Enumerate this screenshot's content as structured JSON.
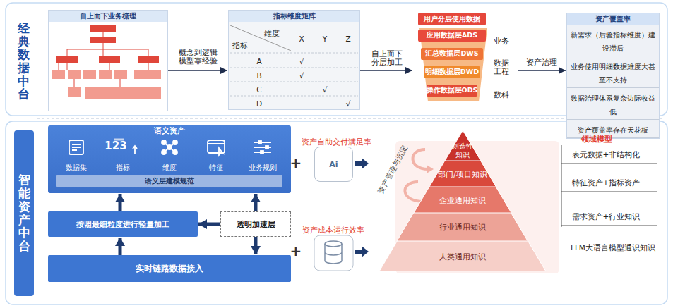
{
  "diagram": {
    "nodes": [
      {
        "text": [
          "经典数据中台"
        ]
      },
      {
        "text": [
          "自上而下业务梳理"
        ]
      },
      {
        "text": [
          "指标维度矩阵"
        ]
      },
      {
        "text": [
          "用户分层使用数据"
        ]
      },
      {
        "text": [
          "应用数据层ADS"
        ],
        "in": 3
      },
      {
        "text": [
          "汇总数据层DWS"
        ],
        "in": 3
      },
      {
        "text": [
          "明细数据层DWD"
        ],
        "in": 3
      },
      {
        "text": [
          "操作数据层ODS"
        ],
        "in": 3
      },
      {
        "text": [
          "资产覆盖率"
        ]
      },
      {
        "text": [
          "新需求（后验指标维度）建设滞后"
        ],
        "in": 8
      },
      {
        "text": [
          "业务使用明细数据难度大甚至不支持"
        ],
        "in": 8
      },
      {
        "text": [
          "数据治理体系复杂边际收益低"
        ],
        "in": 8
      },
      {
        "text": [
          "资产覆盖率存在天花板"
        ],
        "in": 8
      },
      {
        "text": [
          "智能资产中台"
        ]
      },
      {
        "text": [
          "语义资产"
        ]
      },
      {
        "text": [
          "数据集"
        ],
        "in": 14
      },
      {
        "text": [
          "指标"
        ],
        "in": 14
      },
      {
        "text": [
          "维度"
        ],
        "in": 14
      },
      {
        "text": [
          "特征"
        ],
        "in": 14
      },
      {
        "text": [
          "业务规则"
        ],
        "in": 14
      },
      {
        "text": [
          "语义层建模规范"
        ],
        "in": 14
      },
      {
        "text": [
          "按照最细粒度进行轻量加工"
        ]
      },
      {
        "text": [
          "透明加速层"
        ]
      },
      {
        "text": [
          "实时链路数据接入"
        ]
      },
      {
        "text": [
          "Ai"
        ]
      },
      {
        "text": [
          "创造性知识"
        ]
      },
      {
        "text": [
          "部门/项目知识"
        ]
      },
      {
        "text": [
          "企业通用知识"
        ]
      },
      {
        "text": [
          "行业通用知识"
        ]
      },
      {
        "text": [
          "人类通用知识"
        ]
      }
    ],
    "edges": [
      {
        "from": 1,
        "to": 2,
        "label": "概念到逻辑模型靠经验",
        "arrow": "to"
      },
      {
        "from": 2,
        "to": 3,
        "label": "自上而下分层加工",
        "arrow": "to"
      },
      {
        "from": 3,
        "to": 8,
        "label": "资产治理",
        "arrow": "to"
      },
      {
        "from": 23,
        "to": 21,
        "arrow": "to"
      },
      {
        "from": 21,
        "to": 14,
        "arrow": "to"
      },
      {
        "from": 22,
        "to": 14,
        "arrow": "to"
      },
      {
        "from": 22,
        "to": 21,
        "arrow": "to"
      },
      {
        "from": 22,
        "to": 23,
        "arrow": "to"
      }
    ],
    "labels": [
      "维度",
      "指标",
      "X",
      "Y",
      "Z",
      "A",
      "√",
      "B",
      "√",
      "C",
      "√",
      "D",
      "√",
      "业务",
      "数据工程",
      "数科",
      "+",
      "资产自助交付满足率",
      "+",
      "资产成本运行效率",
      "123",
      "资产管理与沉淀",
      "领域模型",
      "表元数据+非结构化",
      "特征资产+指标资产",
      "需求资产+行业知识",
      "LLM大语言模型通识知识"
    ]
  }
}
